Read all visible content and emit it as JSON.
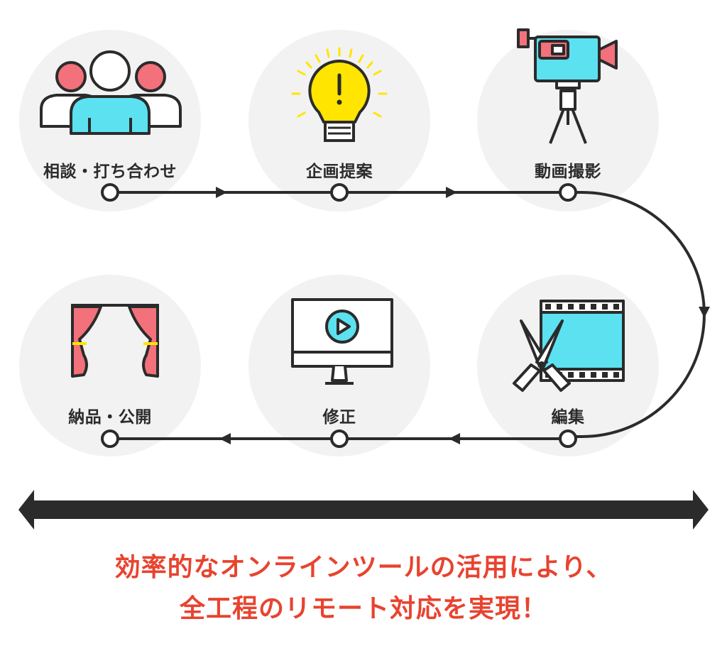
{
  "steps": [
    {
      "label": "相談・打ち合わせ",
      "icon": "people-icon"
    },
    {
      "label": "企画提案",
      "icon": "lightbulb-icon"
    },
    {
      "label": "動画撮影",
      "icon": "video-camera-icon"
    },
    {
      "label": "編集",
      "icon": "scissors-film-icon"
    },
    {
      "label": "修正",
      "icon": "monitor-play-icon"
    },
    {
      "label": "納品・公開",
      "icon": "curtain-icon"
    }
  ],
  "caption": {
    "line1": "効率的なオンラインツールの活用により、",
    "line2": "全工程のリモート対応を実現！"
  },
  "colors": {
    "accent_red": "#e8432f",
    "accent_cyan": "#5ce1f0",
    "accent_yellow": "#ffe500",
    "circle_bg": "#f2f2f2",
    "line": "#2b2b2b"
  }
}
